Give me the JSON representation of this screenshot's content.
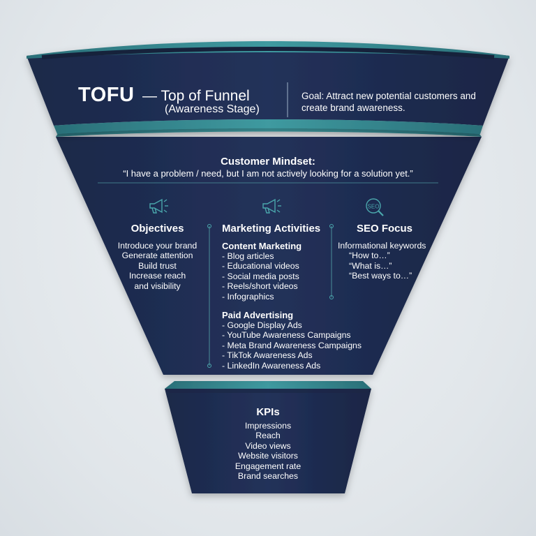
{
  "colors": {
    "navy": "#1f2d4e",
    "navy_dark": "#18233f",
    "teal": "#2f7f86",
    "teal_light": "#4aa7ac",
    "text": "#ffffff"
  },
  "top": {
    "title": "TOFU",
    "subtitle": "— Top of Funnel",
    "stage": "(Awareness Stage)",
    "goal": "Goal: Attract new potential customers and create brand awareness."
  },
  "mindset": {
    "title": "Customer Mindset:",
    "quote": "“I have a problem / need, but I am not actively looking for a solution yet.”"
  },
  "objectives": {
    "icon": "megaphone-icon",
    "title": "Objectives",
    "items": [
      "Introduce your brand",
      "Generate attention",
      "Build trust",
      "Increase reach",
      "and visibility"
    ]
  },
  "marketing": {
    "icon": "megaphone-icon",
    "title": "Marketing Activities",
    "content_title": "Content Marketing",
    "content_items": [
      "- Blog articles",
      "- Educational videos",
      "- Social media posts",
      "- Reels/short videos",
      "- Infographics"
    ],
    "paid_title": "Paid Advertising",
    "paid_items": [
      "- Google Display Ads",
      "- YouTube Awareness Campaigns",
      "- Meta Brand Awareness Campaigns",
      "- TikTok Awareness Ads",
      "- LinkedIn Awareness Ads"
    ]
  },
  "seo": {
    "icon": "seo-magnifier-icon",
    "icon_label": "SEO",
    "title": "SEO Focus",
    "heading": "Informational keywords",
    "items": [
      "“How to…”",
      "“What is…”",
      "“Best ways to…”"
    ]
  },
  "kpis": {
    "title": "KPIs",
    "items": [
      "Impressions",
      "Reach",
      "Video views",
      "Website visitors",
      "Engagement rate",
      "Brand searches"
    ]
  }
}
